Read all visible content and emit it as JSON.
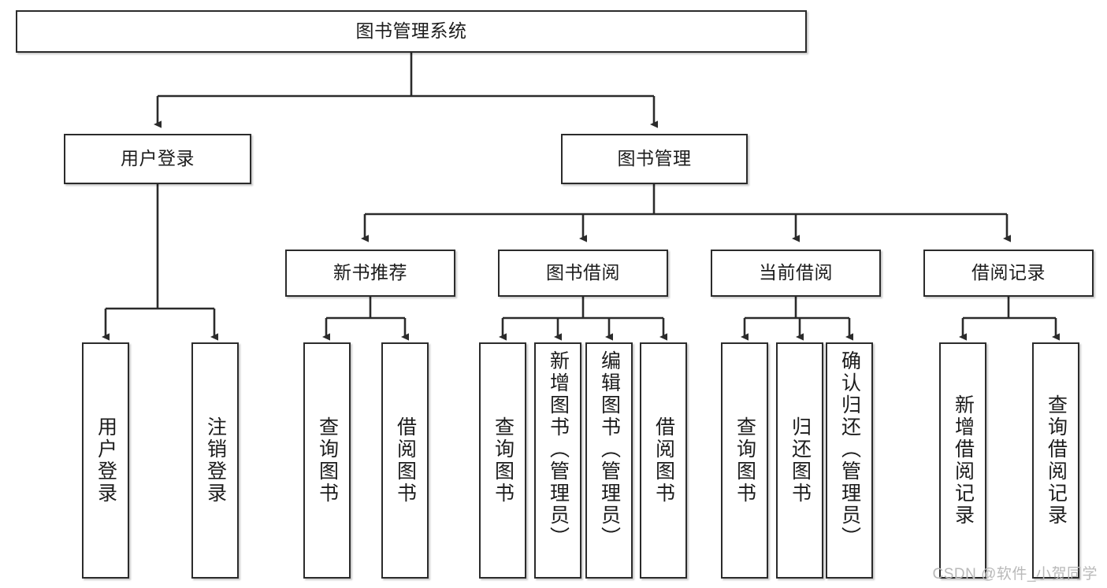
{
  "diagram": {
    "type": "tree-hierarchy",
    "title": "图书管理系统",
    "watermark": "CSDN @软件_小贺同学",
    "colors": {
      "border": "#2b2b2b",
      "background": "#ffffff",
      "text": "#1c1c1c",
      "watermark": "#b9b9b9"
    },
    "nodes": {
      "root": {
        "label": "图书管理系统",
        "level": 0
      },
      "level1": [
        {
          "id": "user-login",
          "label": "用户登录"
        },
        {
          "id": "book-manage",
          "label": "图书管理"
        }
      ],
      "level2": [
        {
          "id": "new-book-recommend",
          "label": "新书推荐",
          "parent": "book-manage"
        },
        {
          "id": "book-borrow",
          "label": "图书借阅",
          "parent": "book-manage"
        },
        {
          "id": "current-borrow",
          "label": "当前借阅",
          "parent": "book-manage"
        },
        {
          "id": "borrow-record",
          "label": "借阅记录",
          "parent": "book-manage"
        }
      ],
      "leaves": [
        {
          "id": "leaf-user-login",
          "label": "用户登录",
          "parent": "user-login"
        },
        {
          "id": "leaf-logout",
          "label": "注销登录",
          "parent": "user-login"
        },
        {
          "id": "leaf-query-book-1",
          "label": "查询图书",
          "parent": "new-book-recommend"
        },
        {
          "id": "leaf-borrow-book-1",
          "label": "借阅图书",
          "parent": "new-book-recommend"
        },
        {
          "id": "leaf-query-book-2",
          "label": "查询图书",
          "parent": "book-borrow"
        },
        {
          "id": "leaf-add-book",
          "label": "新增图书（管理员）",
          "parent": "book-borrow"
        },
        {
          "id": "leaf-edit-book",
          "label": "编辑图书（管理员）",
          "parent": "book-borrow"
        },
        {
          "id": "leaf-borrow-book-2",
          "label": "借阅图书",
          "parent": "book-borrow"
        },
        {
          "id": "leaf-query-book-3",
          "label": "查询图书",
          "parent": "current-borrow"
        },
        {
          "id": "leaf-return-book",
          "label": "归还图书",
          "parent": "current-borrow"
        },
        {
          "id": "leaf-confirm-return",
          "label": "确认归还（管理员）",
          "parent": "current-borrow"
        },
        {
          "id": "leaf-add-record",
          "label": "新增借阅记录",
          "parent": "borrow-record"
        },
        {
          "id": "leaf-query-record",
          "label": "查询借阅记录",
          "parent": "borrow-record"
        }
      ]
    }
  }
}
